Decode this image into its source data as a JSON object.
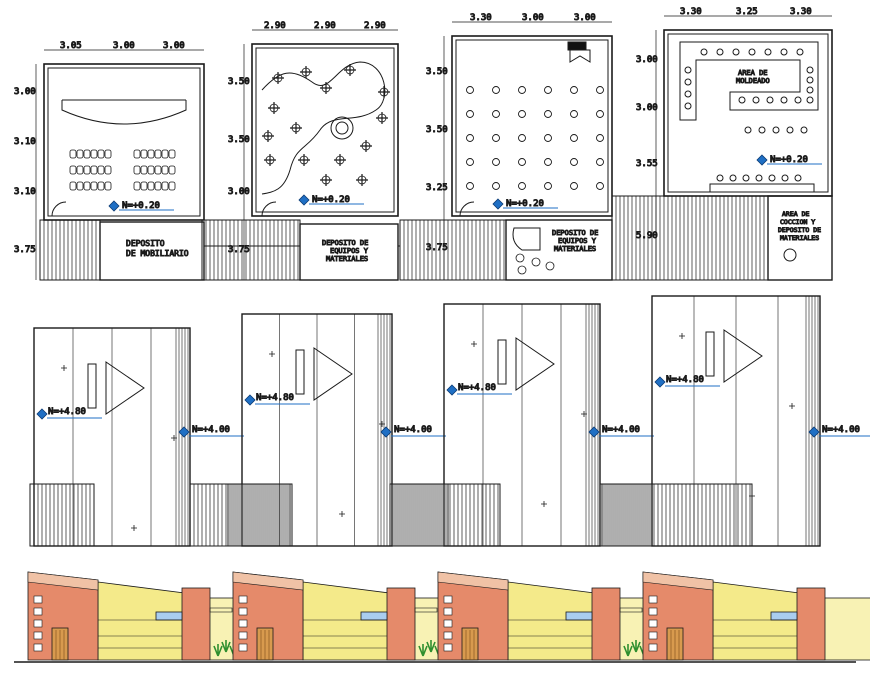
{
  "plans": [
    {
      "top_dims": [
        "3.05",
        "3.00",
        "3.00"
      ],
      "side_dims": [
        "3.00",
        "3.10",
        "3.10",
        "3.75"
      ],
      "level": "N=+0.20",
      "label": [
        "DEPOSITO",
        "DE MOBILIARIO"
      ]
    },
    {
      "top_dims": [
        "2.90",
        "2.90",
        "2.90"
      ],
      "side_dims": [
        "3.50",
        "3.50",
        "3.00",
        "3.75"
      ],
      "level": "N=+0.20",
      "label": [
        "DEPOSITO DE",
        "EQUIPOS Y",
        "MATERIALES"
      ]
    },
    {
      "top_dims": [
        "3.30",
        "3.00",
        "3.00"
      ],
      "side_dims": [
        "3.50",
        "3.50",
        "3.25",
        "3.75"
      ],
      "level": "N=+0.20",
      "label": [
        "DEPOSITO DE",
        "EQUIPOS Y",
        "MATERIALES"
      ]
    },
    {
      "top_dims": [
        "3.30",
        "3.25",
        "3.30"
      ],
      "side_dims": [
        "3.00",
        "3.00",
        "3.55",
        "5.90"
      ],
      "level": "N=+0.20",
      "label": [
        "AREA DE",
        "COCCION Y",
        "DEPOSITO DE",
        "MATERIALES"
      ],
      "room_label": [
        "AREA DE",
        "MOLDEADO"
      ]
    }
  ],
  "roofs": [
    {
      "high_level": "N=+4.80",
      "low_level": "N=+4.00"
    },
    {
      "high_level": "N=+4.80",
      "low_level": "N=+4.00"
    },
    {
      "high_level": "N=+4.80",
      "low_level": "N=+4.00"
    },
    {
      "high_level": "N=+4.80",
      "low_level": "N=+4.00"
    }
  ],
  "colors": {
    "line": "#1a1a1a",
    "level_marker": "#1f6fc4",
    "wall_yellow": "#f4ea8a",
    "wall_yellow_light": "#f8f2b4",
    "tower": "#e58a6a",
    "roof_band": "#f0c2a6",
    "door": "#d89a4e",
    "window": "#a9cdf0",
    "plant": "#2f8f2f"
  }
}
